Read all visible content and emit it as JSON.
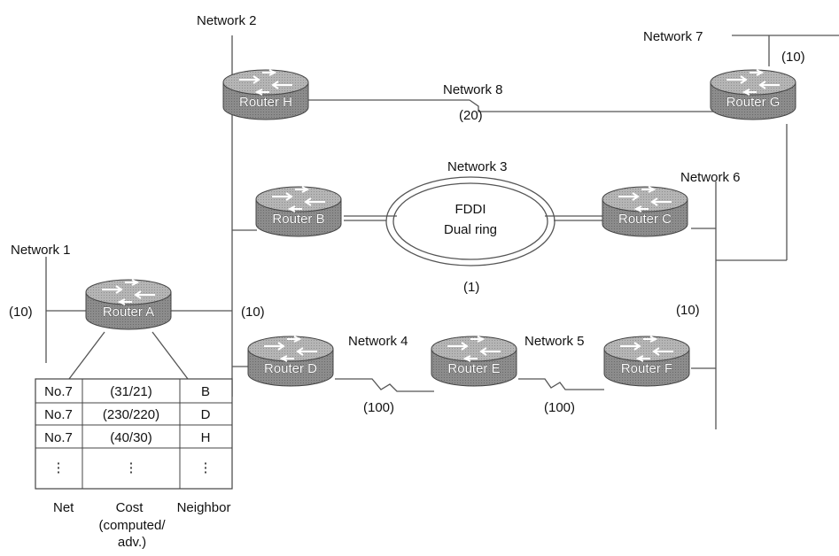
{
  "networks": {
    "n1": "Network 1",
    "n2": "Network 2",
    "n3": "Network 3",
    "n4": "Network 4",
    "n5": "Network 5",
    "n6": "Network 6",
    "n7": "Network 7",
    "n8": "Network 8"
  },
  "fddi": {
    "line1": "FDDI",
    "line2": "Dual ring"
  },
  "costs": {
    "n1": "(10)",
    "n2": "(10)",
    "n3": "(1)",
    "n4": "(100)",
    "n5": "(100)",
    "n6": "(10)",
    "n7": "(10)",
    "n8": "(20)"
  },
  "routers": {
    "a": "Router A",
    "b": "Router B",
    "c": "Router C",
    "d": "Router D",
    "e": "Router E",
    "f": "Router F",
    "g": "Router G",
    "h": "Router H"
  },
  "routing_table": {
    "rows": [
      [
        "No.7",
        "(31/21)",
        "B"
      ],
      [
        "No.7",
        "(230/220)",
        "D"
      ],
      [
        "No.7",
        "(40/30)",
        "H"
      ],
      [
        "⋮",
        "⋮",
        "⋮"
      ]
    ],
    "headers": {
      "net": "Net",
      "cost": "Cost",
      "cost_sub1": "(computed/",
      "cost_sub2": "adv.)",
      "neighbor": "Neighbor"
    }
  },
  "colors": {
    "router_body": "#8a8a8a",
    "router_top": "#b4b4b4",
    "line": "#555555"
  }
}
